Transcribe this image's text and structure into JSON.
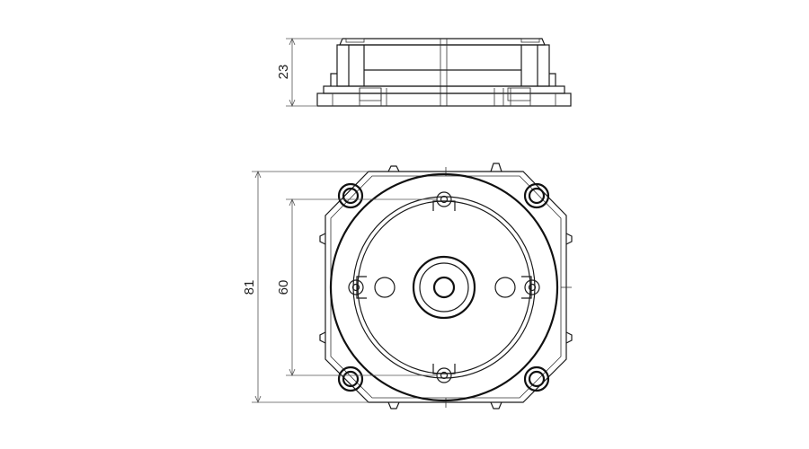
{
  "dimensions": {
    "side_height": "23",
    "overall_height": "81",
    "circle_spacing": "60"
  },
  "colors": {
    "line": "#1a1a1a",
    "dimension": "#555555",
    "background": "#ffffff"
  }
}
